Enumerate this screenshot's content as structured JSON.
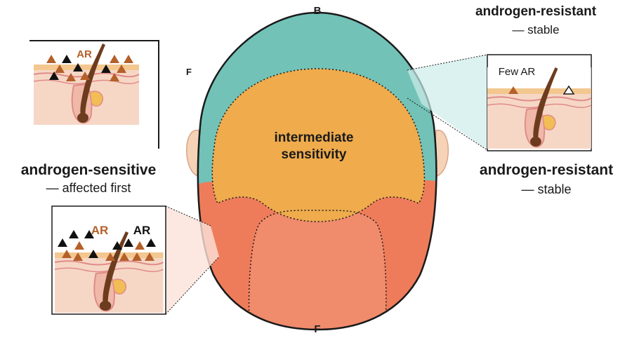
{
  "orientation": {
    "back": "B",
    "front": "F"
  },
  "head_zones": {
    "middle": {
      "label_line1": "intermediate",
      "label_line2": "sensitivity",
      "color": "#efab4c"
    },
    "outer_back": {
      "color": "#72c2b7"
    },
    "front": {
      "color": "#ee7c5a"
    },
    "front_center": {
      "color": "#f08b6c"
    }
  },
  "callouts": {
    "top_right": {
      "title": "androgen-resistant",
      "subtitle": "— stable",
      "inset_label": "Few AR"
    },
    "right": {
      "title": "androgen-resistant",
      "subtitle": "— stable"
    },
    "left": {
      "title": "androgen-sensitive",
      "subtitle": "— affected first",
      "inset_label": "AR",
      "side_label": "F"
    },
    "bottom_left": {
      "inset_label_brown": "AR",
      "inset_label_black": "AR"
    }
  },
  "colors": {
    "skin": "#f6d7c6",
    "skin_line": "#e08c88",
    "epidermis": "#f3c78f",
    "hair": "#6d3c1f",
    "gland": "#f2bd55",
    "receptor_brown": "#b4602a",
    "receptor_black": "#111111",
    "ear": "#f6d2b7"
  }
}
